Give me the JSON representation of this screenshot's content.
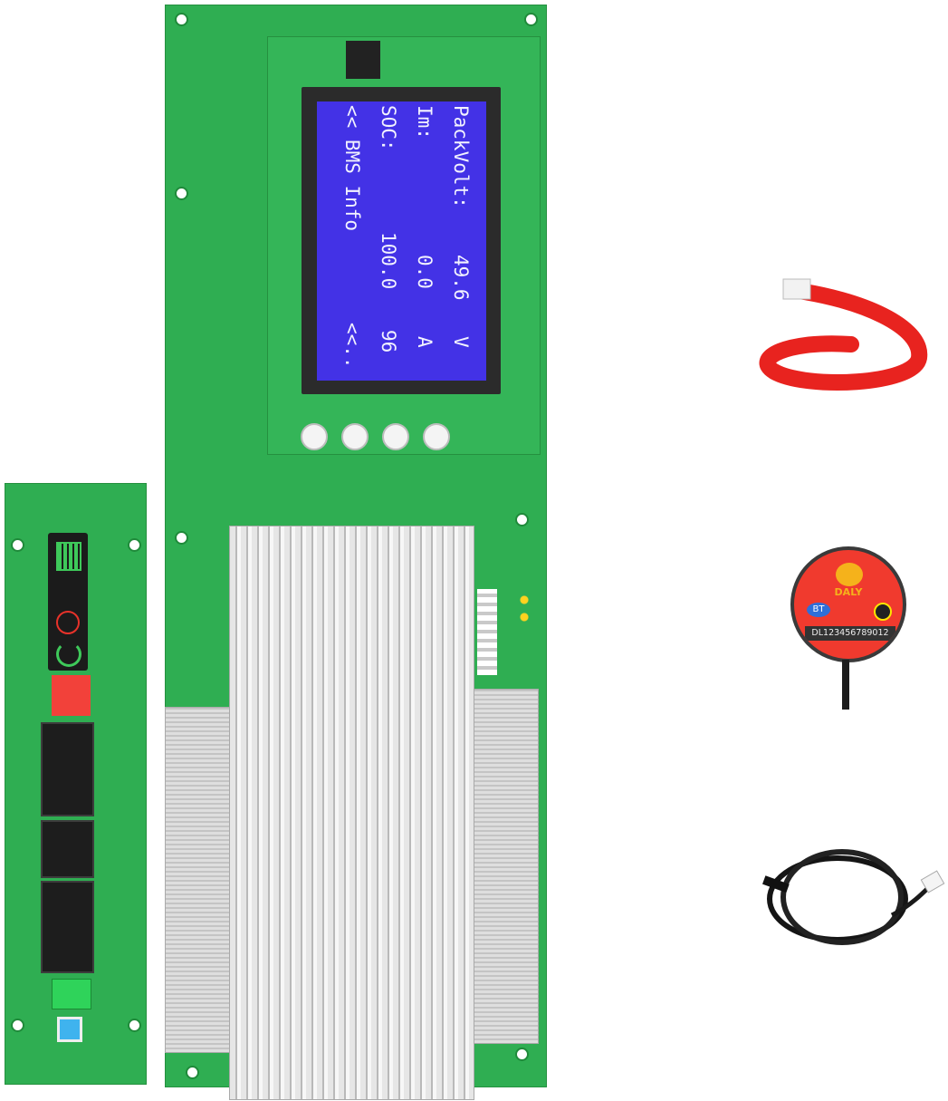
{
  "lcd": {
    "rows": [
      {
        "label": "PackVolt:",
        "value": "49.6",
        "unit": "V"
      },
      {
        "label": "Im:",
        "value": "0.0",
        "unit": "A"
      },
      {
        "label": "SOC:",
        "value": "100.0",
        "unit": "96"
      },
      {
        "label": "<< BMS Info",
        "value": "",
        "unit": "<<.."
      }
    ],
    "screen_color": "#4332e6"
  },
  "display_module": {
    "brand": "DALY",
    "badge": "BT",
    "serial": "DL123456789012",
    "color": "#f03a2e"
  },
  "colors": {
    "pcb": "#2fae52",
    "ribbon": "#e8231f",
    "heatsink": "#d9d9d9"
  }
}
